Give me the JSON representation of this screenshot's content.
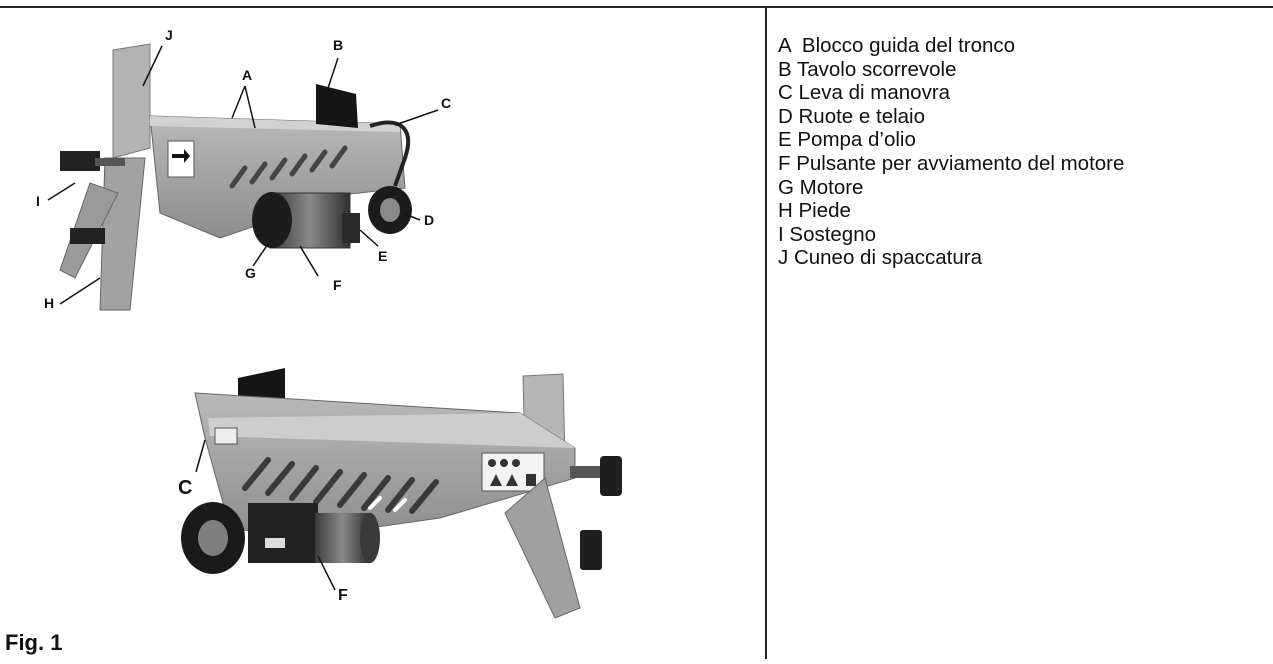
{
  "figure": {
    "caption": "Fig. 1",
    "callouts_top": {
      "a": "A",
      "b": "B",
      "c": "C",
      "d": "D",
      "e": "E",
      "f": "F",
      "g": "G",
      "h": "H",
      "i": "I",
      "j": "J"
    },
    "callouts_bottom": {
      "c": "C",
      "f": "F"
    }
  },
  "legend": {
    "items": [
      "A  Blocco guida del tronco",
      "B Tavolo scorrevole",
      "C Leva di manovra",
      "D Ruote e telaio",
      "E Pompa d’olio",
      "F Pulsante per avviamento del motore",
      "G Motore",
      "H Piede",
      "I Sostegno",
      "J Cuneo di spaccatura"
    ]
  }
}
